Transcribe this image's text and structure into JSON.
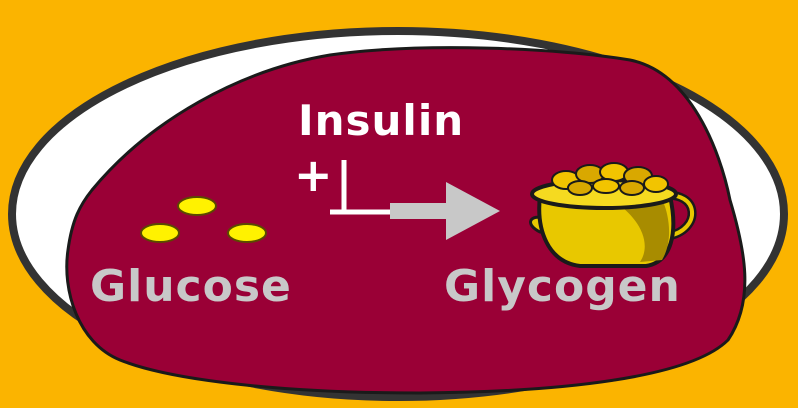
{
  "diagram": {
    "insulin": "Insulin",
    "plus": "+",
    "glucose": "Glucose",
    "glycogen": "Glycogen"
  },
  "colors": {
    "background": "#FBB400",
    "ellipse_fill": "#FFFFFF",
    "ellipse_border": "#333333",
    "cell_fill": "#9A0036",
    "cell_border": "#1A1A1A",
    "text_white": "#FFFFFF",
    "text_gray": "#C8C8C8",
    "arrow": "#C8C8C8",
    "glucose_dot": "#FFF200",
    "gold_pot": "#E8C800"
  },
  "icons": {
    "glucose": "glucose-molecules-icon",
    "glycogen": "gold-pot-icon",
    "arrow": "right-arrow-icon"
  }
}
